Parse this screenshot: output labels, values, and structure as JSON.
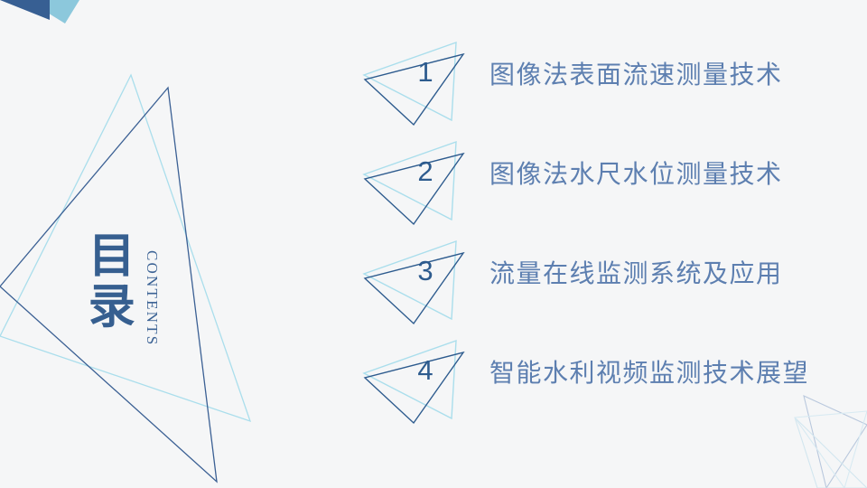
{
  "slide": {
    "background_color": "#f5f6f7",
    "title_cn": "目录",
    "title_en": "CONTENTS",
    "title_color": "#365f90"
  },
  "colors": {
    "corner_dark_blue": "#375f93",
    "corner_light_blue": "#8cc8dc",
    "outline_dark_blue": "#3b6094",
    "outline_light_blue": "#aadeec",
    "item_text": "#5d7fb0",
    "number_text": "#2d5b8e",
    "faint_outline": "#c9d6e6"
  },
  "contents": {
    "items": [
      {
        "number": "1",
        "label": "图像法表面流速测量技术"
      },
      {
        "number": "2",
        "label": "图像法水尺水位测量技术"
      },
      {
        "number": "3",
        "label": "流量在线监测系统及应用"
      },
      {
        "number": "4",
        "label": "智能水利视频监测技术展望"
      }
    ]
  }
}
